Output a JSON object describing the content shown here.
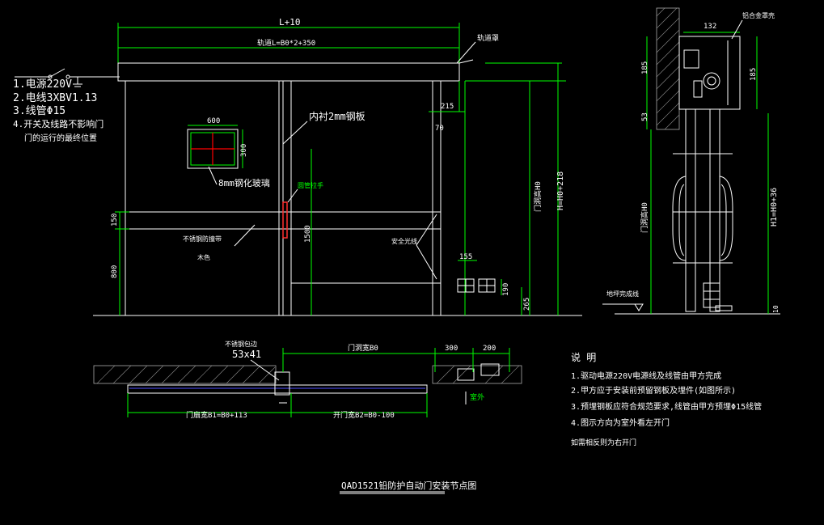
{
  "colors": {
    "background": "#000000",
    "lines": "#ffffff",
    "dimensions": "#00ff00",
    "window_cross": "#ff0000",
    "handle": "#ff3030",
    "track": "#5050ff"
  },
  "left_notes": [
    "1.电源220V",
    "2.电线3XBV1.13",
    "3.线管Φ15",
    "4.开关及线路不影响门",
    "门的运行的最终位置"
  ],
  "elevation": {
    "top_dim": "L+10",
    "inner_dim": "轨道L=B0*2+350",
    "rail_label": "轨道罩",
    "inner_panel_label": "内衬2mm钢板",
    "window_w": "600",
    "window_h": "300",
    "glass_label": "8mm钢化玻璃",
    "handle_label": "圆管拉手",
    "strip_label": "不锈钢防撞带",
    "wood_label": "木色",
    "safety_label": "安全光线",
    "dim_150": "150",
    "dim_800": "800",
    "dim_1500": "1500",
    "dim_215": "215",
    "dim_70": "70",
    "dim_155": "155",
    "dim_190": "190",
    "dim_265": "265",
    "dim_h0": "门洞高H0",
    "dim_h218": "H=H0+218"
  },
  "section": {
    "dim_132": "132",
    "label_top": "铝合金罩壳",
    "dim_185a": "185",
    "dim_185b": "185",
    "dim_53": "53",
    "dim_h0": "门洞高H0",
    "dim_h36": "H1=H0+36",
    "floor_label": "地坪完成线",
    "dim_10": "10"
  },
  "plan": {
    "corner_label": "不锈钢包边",
    "corner_size": "53x41",
    "door_w": "门洞宽B0",
    "dim_300": "300",
    "dim_200": "200",
    "outside_label": "室外",
    "b1": "门扇宽B1=B0+113",
    "b2": "开门宽B2=B0-100"
  },
  "notes": {
    "title": "说  明",
    "lines": [
      "1.驱动电源220V电源线及线管由甲方完成",
      "2.甲方应于安装前预留钢板及埋件(如图所示)",
      "3.预埋钢板应符合规范要求,线管由甲方预埋Φ15线管",
      "4.图示方向为室外看左开门",
      "如需相反则为右开门"
    ]
  },
  "drawing_title": "QAD1521铅防护自动门安装节点图"
}
